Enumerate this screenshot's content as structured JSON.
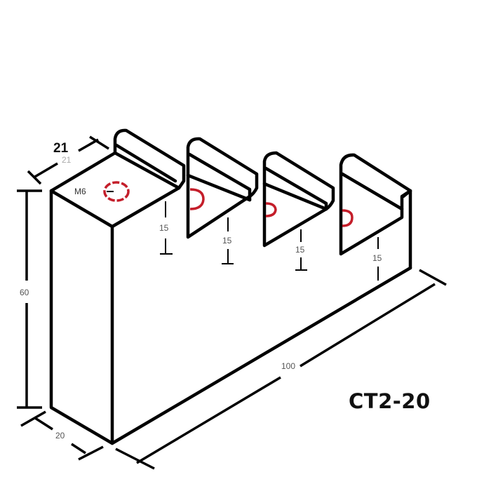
{
  "drawing": {
    "part_code": "CT2-20",
    "view": "isometric",
    "dimensions": {
      "height": "60",
      "base_width": "20",
      "top_width_bold": "21",
      "top_width_ghost": "21",
      "length": "100",
      "slot_depths": [
        "15",
        "15",
        "15",
        "15"
      ]
    },
    "thread_callout": "M6",
    "colors": {
      "outline": "#000000",
      "hole": "#c41e2a",
      "label": "#555555"
    }
  }
}
